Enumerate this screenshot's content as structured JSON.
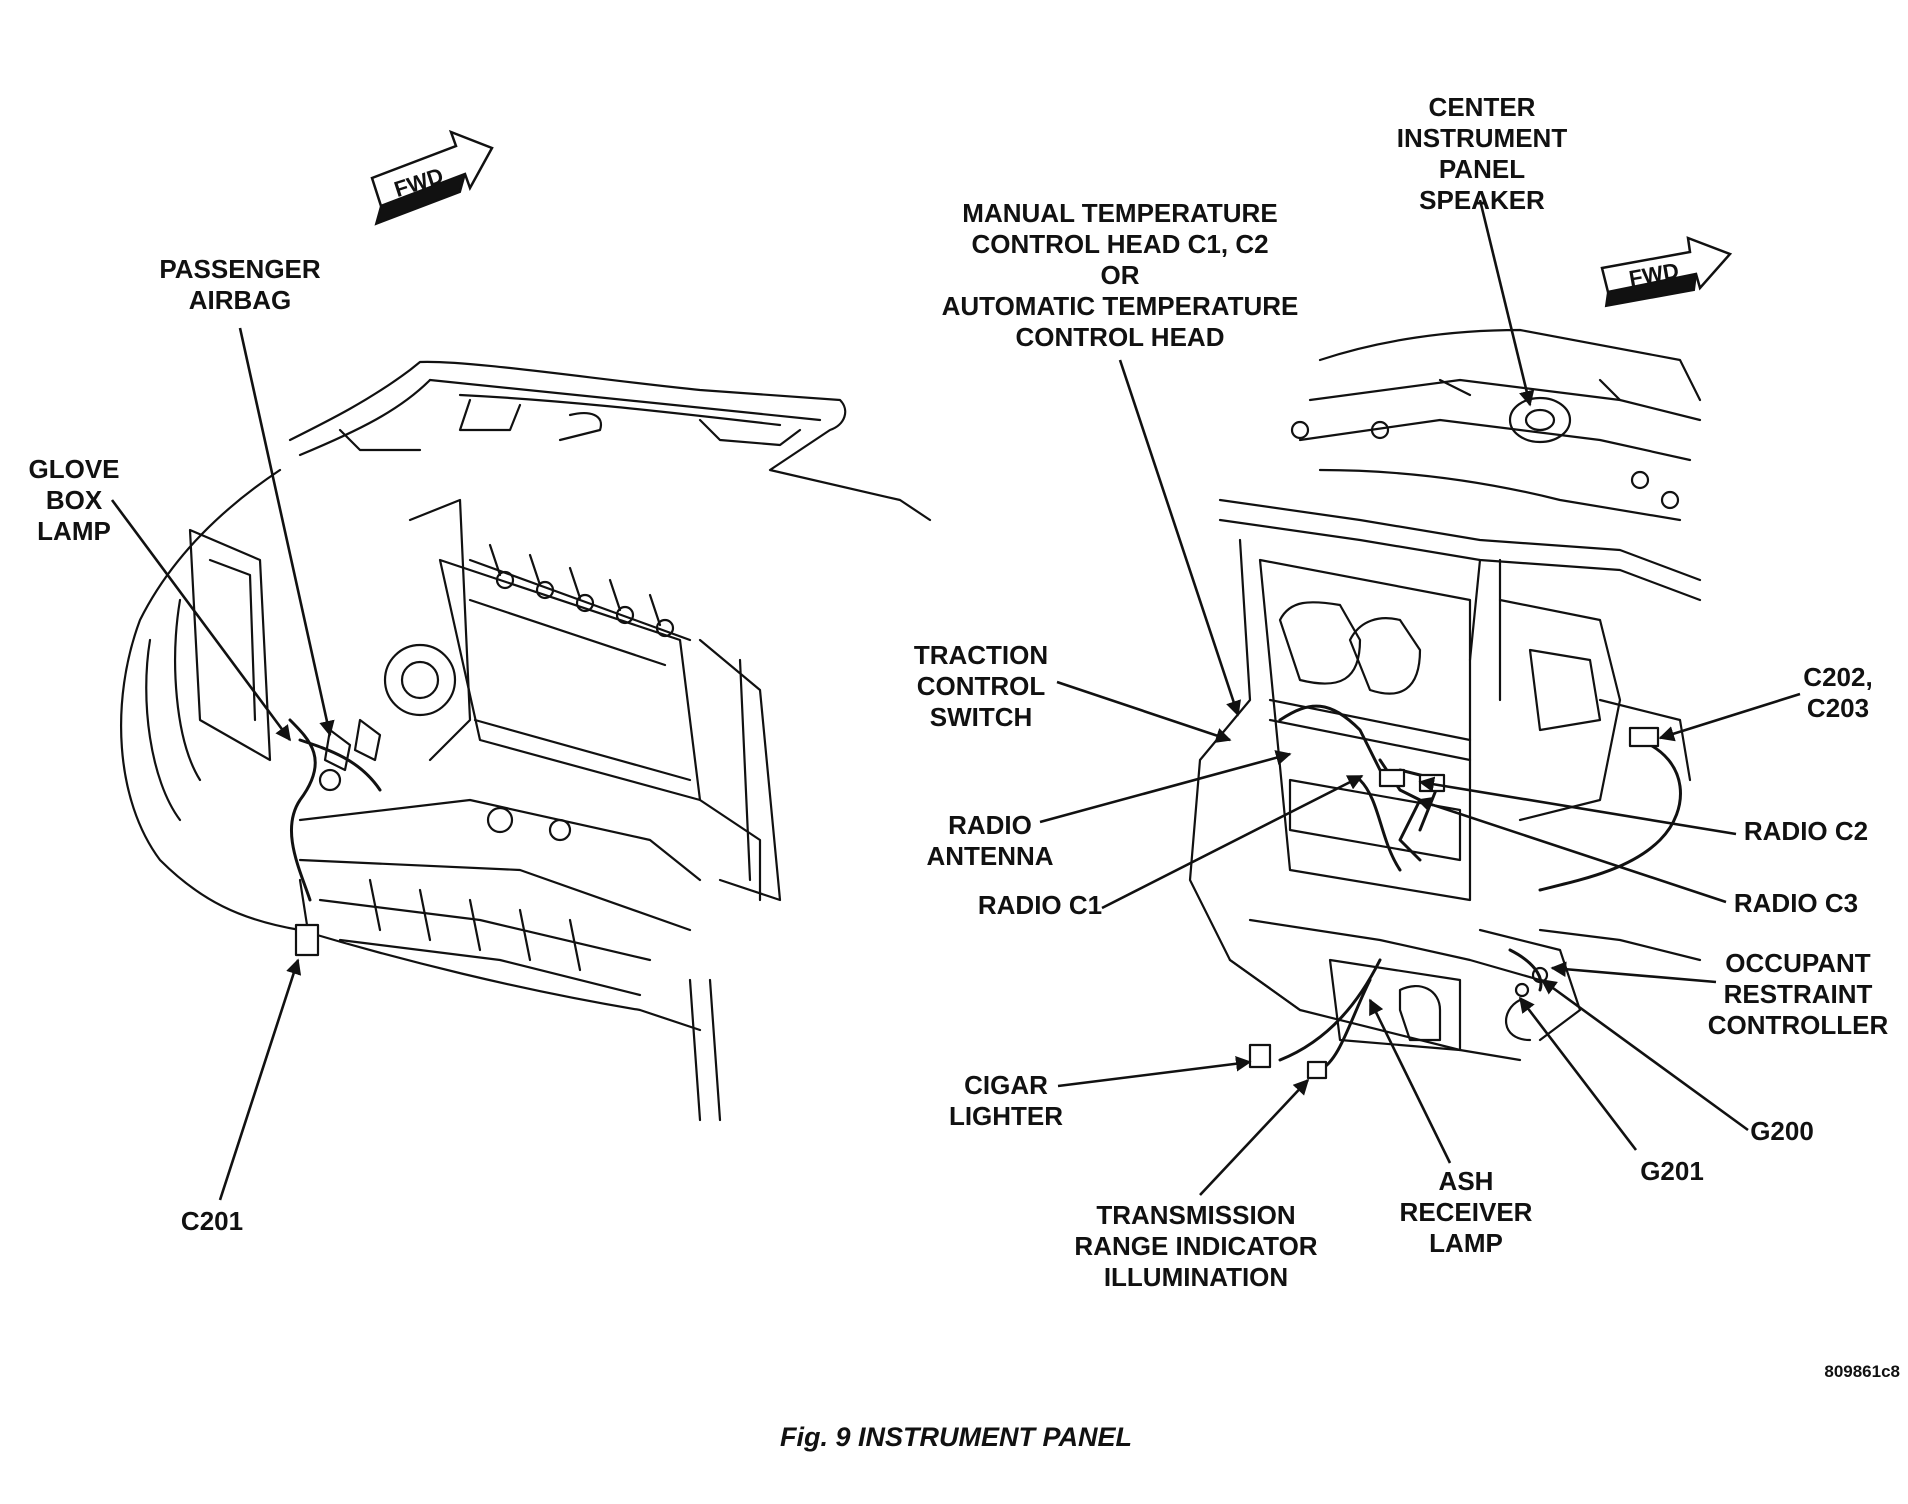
{
  "caption": "Fig. 9 INSTRUMENT PANEL",
  "figure_code": "809861c8",
  "fwd_left": "FWD",
  "fwd_right": "FWD",
  "labels": {
    "passenger_airbag": [
      "PASSENGER",
      "AIRBAG"
    ],
    "glove_box_lamp": [
      "GLOVE",
      "BOX",
      "LAMP"
    ],
    "c201": [
      "C201"
    ],
    "center_speaker": [
      "CENTER",
      "INSTRUMENT",
      "PANEL",
      "SPEAKER"
    ],
    "temp_control": [
      "MANUAL TEMPERATURE",
      "CONTROL HEAD C1, C2",
      "OR",
      "AUTOMATIC TEMPERATURE",
      "CONTROL HEAD"
    ],
    "traction_control": [
      "TRACTION",
      "CONTROL",
      "SWITCH"
    ],
    "radio_antenna": [
      "RADIO",
      "ANTENNA"
    ],
    "radio_c1": [
      "RADIO C1"
    ],
    "c202_c203": [
      "C202,",
      "C203"
    ],
    "radio_c2": [
      "RADIO C2"
    ],
    "radio_c3": [
      "RADIO C3"
    ],
    "occupant_restraint": [
      "OCCUPANT",
      "RESTRAINT",
      "CONTROLLER"
    ],
    "cigar_lighter": [
      "CIGAR",
      "LIGHTER"
    ],
    "transmission_range": [
      "TRANSMISSION",
      "RANGE INDICATOR",
      "ILLUMINATION"
    ],
    "ash_receiver": [
      "ASH",
      "RECEIVER",
      "LAMP"
    ],
    "g200": [
      "G200"
    ],
    "g201": [
      "G201"
    ]
  }
}
